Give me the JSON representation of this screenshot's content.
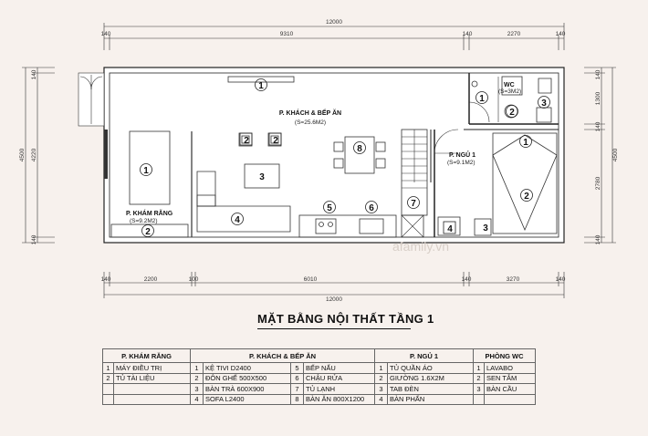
{
  "dimensions": {
    "top_total": "12000",
    "top_parts": [
      "140",
      "9310",
      "140",
      "2270",
      "140"
    ],
    "bottom_parts": [
      "140",
      "2200",
      "100",
      "6010",
      "140",
      "3270",
      "140"
    ],
    "bottom_total": "12000",
    "left_total": "4500",
    "left_parts": [
      "140",
      "4220",
      "140"
    ],
    "right_total": "4500",
    "right_parts": [
      "140",
      "1300",
      "140",
      "2780",
      "140"
    ]
  },
  "rooms": {
    "living": {
      "name": "P. KHÁCH & BẾP ĂN",
      "area": "(S=25.6M2)"
    },
    "dental": {
      "name": "P. KHÁM RĂNG",
      "area": "(S=9.2M2)"
    },
    "bed": {
      "name": "P. NGỦ 1",
      "area": "(S=9.1M2)"
    },
    "wc": {
      "name": "WC",
      "area": "(S=3M2)"
    }
  },
  "markers": {
    "m1": "1",
    "m2": "2",
    "m3": "3",
    "m4": "4",
    "m5": "5",
    "m6": "6",
    "m7": "7",
    "m8": "8"
  },
  "title": "MẶT BẰNG NỘI THẤT TẦNG 1",
  "legend": {
    "headers": [
      "P. KHÁM RĂNG",
      "P. KHÁCH & BẾP ĂN",
      "P. NGỦ 1",
      "PHÒNG WC"
    ],
    "rows": [
      {
        "d_no": "1",
        "d_item": "MÁY ĐIỀU TRỊ",
        "l1_no": "1",
        "l1_item": "KỆ TIVI D2400",
        "l2_no": "5",
        "l2_item": "BẾP NẤU",
        "b_no": "1",
        "b_item": "TỦ QUẦN ÁO",
        "w_no": "1",
        "w_item": "LAVABO"
      },
      {
        "d_no": "2",
        "d_item": "TỦ TÀI LIỆU",
        "l1_no": "2",
        "l1_item": "ĐÔN GHẾ 500X500",
        "l2_no": "6",
        "l2_item": "CHẬU RỬA",
        "b_no": "2",
        "b_item": "GIƯỜNG 1.6X2M",
        "w_no": "2",
        "w_item": "SEN TẮM"
      },
      {
        "d_no": "",
        "d_item": "",
        "l1_no": "3",
        "l1_item": "BÀN TRÀ 600X900",
        "l2_no": "7",
        "l2_item": "TỦ LẠNH",
        "b_no": "3",
        "b_item": "TAB ĐÈN",
        "w_no": "3",
        "w_item": "BÀN CẦU"
      },
      {
        "d_no": "",
        "d_item": "",
        "l1_no": "4",
        "l1_item": "SOFA L2400",
        "l2_no": "8",
        "l2_item": "BÀN ĂN 800X1200",
        "b_no": "4",
        "b_item": "BÀN PHẤN",
        "w_no": "",
        "w_item": ""
      }
    ]
  },
  "watermark": "afamily.vn"
}
